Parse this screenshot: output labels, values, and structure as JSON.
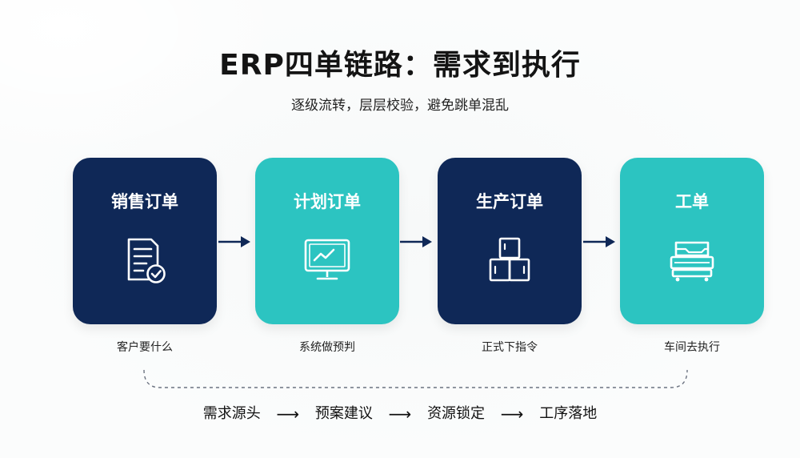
{
  "title": "ERP四单链路：需求到执行",
  "subtitle": "逐级流转，层层校验，避免跳单混乱",
  "cards": [
    {
      "title": "销售订单",
      "caption": "客户要什么",
      "icon": "document-check-icon",
      "color": "#0f2857"
    },
    {
      "title": "计划订单",
      "caption": "系统做预判",
      "icon": "monitor-chart-icon",
      "color": "#2cc4c1"
    },
    {
      "title": "生产订单",
      "caption": "正式下指令",
      "icon": "boxes-icon",
      "color": "#0f2857"
    },
    {
      "title": "工单",
      "caption": "车间去执行",
      "icon": "machine-icon",
      "color": "#2cc4c1"
    }
  ],
  "flow": {
    "steps": [
      "需求源头",
      "预案建议",
      "资源锁定",
      "工序落地"
    ],
    "separator": "⟶"
  },
  "colors": {
    "dark_card": "#0f2857",
    "teal_card": "#2cc4c1",
    "arrow": "#0f2857"
  }
}
